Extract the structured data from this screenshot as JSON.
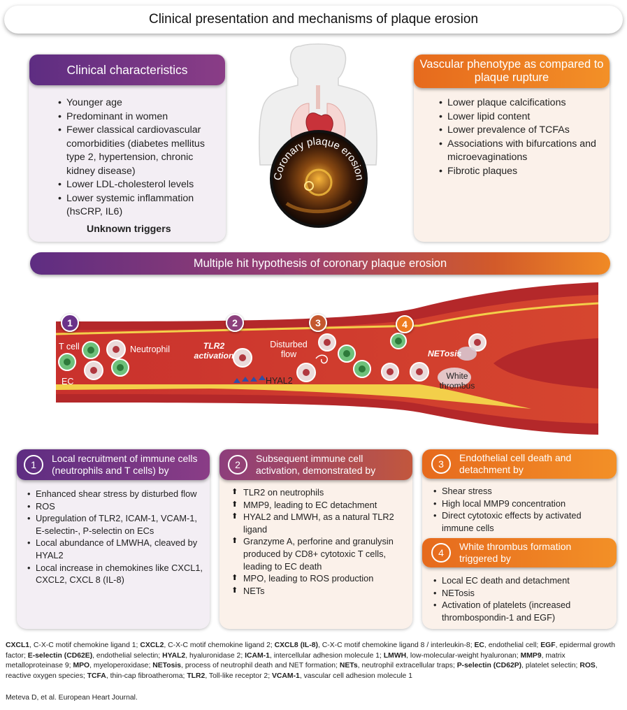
{
  "title": "Clinical presentation and mechanisms of plaque erosion",
  "clinical": {
    "header": "Clinical characteristics",
    "items": [
      "Younger age",
      "Predominant in women",
      "Fewer classical cardiovascular comorbidities (diabetes mellitus type 2, hypertension, chronic kidney disease)",
      "Lower LDL-cholesterol levels",
      "Lower systemic inflammation (hsCRP, IL6)"
    ],
    "footer": "Unknown triggers"
  },
  "phenotype": {
    "header": "Vascular phenotype as compared to plaque rupture",
    "items": [
      "Lower plaque calcifications",
      "Lower lipid content",
      "Lower prevalence of TCFAs",
      "Associations with bifurcations and microevaginations",
      "Fibrotic plaques"
    ]
  },
  "circle_label": "Coronary plaque erosion",
  "banner": "Multiple hit hypothesis of coronary plaque erosion",
  "vessel": {
    "markers": [
      "1",
      "2",
      "3",
      "4"
    ],
    "labels": {
      "tcell": "T cell",
      "neutrophil": "Neutrophil",
      "ec": "EC",
      "tlr2": "TLR2 activation",
      "disturbed": "Disturbed flow",
      "hyal2": "HYAL2",
      "netosis": "NETosis",
      "thrombus": "White thrombus"
    },
    "colors": {
      "purple": "#6a3289",
      "plum": "#8c3f7b",
      "rust": "#c4582f",
      "orange": "#ee7a1f"
    }
  },
  "boxes": [
    {
      "num": "1",
      "header": "Local recruitment of immune cells (neutrophils and T cells) by",
      "items": [
        "Enhanced shear stress by disturbed flow",
        "ROS",
        "Upregulation of TLR2, ICAM-1, VCAM-1, E-selectin-, P-selectin on ECs",
        "Local abundance of LMWHA, cleaved by HYAL2",
        "Local increase in chemokines like CXCL1, CXCL2, CXCL 8 (IL-8)"
      ]
    },
    {
      "num": "2",
      "header": "Subsequent immune cell activation, demonstrated by",
      "items": [
        "TLR2 on neutrophils",
        "MMP9, leading to EC detachment",
        "HYAL2 and LMWH, as a natural TLR2 ligand",
        "Granzyme A, perforine and granulysin produced by CD8+ cytotoxic T cells, leading to EC death",
        "MPO, leading to ROS production",
        "NETs"
      ]
    },
    {
      "num": "3",
      "header": "Endothelial cell death and detachment by",
      "items": [
        "Shear stress",
        "High local MMP9 concentration",
        "Direct cytotoxic effects by activated immune cells"
      ]
    },
    {
      "num": "4",
      "header": "White thrombus formation triggered by",
      "items": [
        "Local EC death and detachment",
        "NETosis",
        "Activation of platelets (increased thrombospondin-1 and EGF)"
      ]
    }
  ],
  "abbreviations": [
    {
      "term": "CXCL1",
      "def": ", C-X-C motif chemokine ligand 1; "
    },
    {
      "term": "CXCL2",
      "def": ", C-X-C motif chemokine ligand 2; "
    },
    {
      "term": "CXCL8 (IL-8)",
      "def": ", C-X-C motif chemokine ligand 8 / interleukin-8; "
    },
    {
      "term": "EC",
      "def": ", endothelial cell; "
    },
    {
      "term": "EGF",
      "def": ", epidermal growth factor; "
    },
    {
      "term": "E-selectin (CD62E)",
      "def": ", endothelial selectin; "
    },
    {
      "term": "HYAL2",
      "def": ", hyaluronidase 2; "
    },
    {
      "term": "ICAM-1",
      "def": ", intercellular adhesion molecule 1; "
    },
    {
      "term": "LMWH",
      "def": ", low-molecular-weight hyaluronan; "
    },
    {
      "term": "MMP9",
      "def": ", matrix metalloproteinase 9; "
    },
    {
      "term": "MPO",
      "def": ", myeloperoxidase; "
    },
    {
      "term": "NETosis",
      "def": ", process of neutrophil death and NET formation; "
    },
    {
      "term": "NETs",
      "def": ", neutrophil extracellular traps; "
    },
    {
      "term": "P-selectin (CD62P)",
      "def": ", platelet selectin; "
    },
    {
      "term": "ROS",
      "def": ", reactive oxygen species; "
    },
    {
      "term": "TCFA",
      "def": ", thin-cap fibroatheroma; "
    },
    {
      "term": "TLR2",
      "def": ", Toll-like receptor 2; "
    },
    {
      "term": "VCAM-1",
      "def": ", vascular cell adhesion molecule 1"
    }
  ],
  "citation": "Meteva D, et al. European Heart Journal."
}
